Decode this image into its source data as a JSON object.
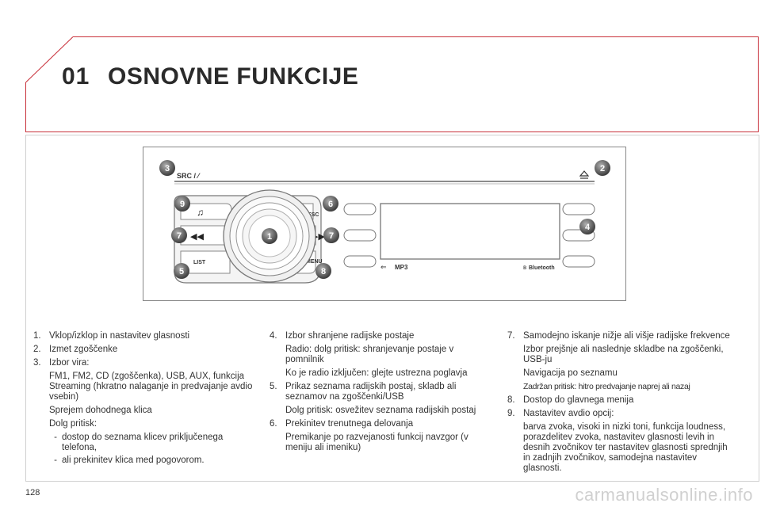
{
  "header": {
    "chapter": "01",
    "title": "OSNOVNE FUNKCIJE"
  },
  "device": {
    "labels": {
      "src": "SRC / ⁄",
      "esc": "ESC",
      "list": "LIST",
      "menu": "MENU",
      "mp3": "MP3",
      "bluetooth": "Bluetooth"
    },
    "callouts": [
      "3",
      "2",
      "9",
      "6",
      "7",
      "1",
      "7",
      "4",
      "5",
      "8"
    ]
  },
  "col1": [
    {
      "num": "1.",
      "text": "Vklop/izklop in nastavitev glasnosti"
    },
    {
      "num": "2.",
      "text": "Izmet zgoščenke"
    },
    {
      "num": "3.",
      "text": "Izbor vira:"
    },
    {
      "sub": "FM1, FM2, CD (zgoščenka), USB, AUX, funkcija Streaming (hkratno nalaganje in predvajanje avdio vsebin)"
    },
    {
      "sub": "Sprejem dohodnega klica"
    },
    {
      "sub": "Dolg pritisk:"
    },
    {
      "dash": "dostop do seznama klicev priključenega telefona,"
    },
    {
      "dash": "ali prekinitev klica med pogovorom."
    }
  ],
  "col2": [
    {
      "num": "4.",
      "text": "Izbor shranjene radijske postaje"
    },
    {
      "sub": "Radio: dolg pritisk: shranjevanje postaje v pomnilnik"
    },
    {
      "sub": "Ko je radio izključen: glejte ustrezna poglavja"
    },
    {
      "num": "5.",
      "text": "Prikaz seznama radijskih postaj, skladb ali seznamov na zgoščenki/USB"
    },
    {
      "sub": "Dolg pritisk: osvežitev seznama radijskih postaj"
    },
    {
      "num": "6.",
      "text": "Prekinitev trenutnega delovanja"
    },
    {
      "sub": "Premikanje po razvejanosti funkcij navzgor (v meniju ali imeniku)"
    }
  ],
  "col3": [
    {
      "num": "7.",
      "text": "Samodejno iskanje nižje ali višje radijske frekvence"
    },
    {
      "sub": "Izbor prejšnje ali naslednje skladbe na zgoščenki, USB-ju"
    },
    {
      "sub": "Navigacija po seznamu"
    },
    {
      "subsmall": "Zadržan pritisk: hitro predvajanje naprej ali nazaj"
    },
    {
      "num": "8.",
      "text": "Dostop do glavnega menija"
    },
    {
      "num": "9.",
      "text": "Nastavitev avdio opcij:"
    },
    {
      "sub": "barva zvoka, visoki in nizki toni, funkcija loudness, porazdelitev zvoka, nastavitev glasnosti levih in desnih zvočnikov ter nastavitev glasnosti sprednjih in zadnjih zvočnikov, samodejna nastavitev glasnosti."
    }
  ],
  "footer": {
    "page": "128",
    "watermark": "carmanualsonline.info"
  }
}
